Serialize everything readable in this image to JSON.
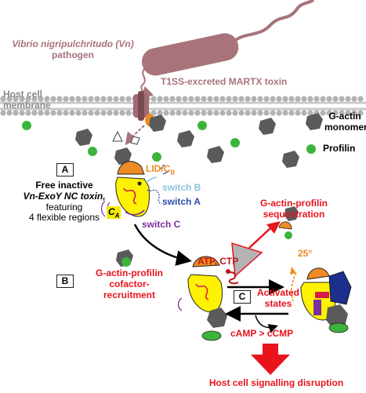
{
  "pathogen": {
    "line1": "Vibrio nigripulchritudo (Vn)",
    "line2": "pathogen"
  },
  "toxin_label": "T1SS-excreted MARTX toxin",
  "membrane": {
    "line1": "Host cell",
    "line2": "membrane"
  },
  "legend": {
    "gactin_line1": "G-actin",
    "gactin_line2": "monomer",
    "profilin": "Profilin"
  },
  "step_a": {
    "box": "A",
    "line1": "Free inactive",
    "line2": "Vn-ExoY NC toxin,",
    "line3": "featuring",
    "line4": "4 flexible regions"
  },
  "regions": {
    "lid": "LID/C",
    "lid_sub": "B",
    "switch_b": "switch B",
    "switch_a": "switch A",
    "switch_c": "switch C",
    "ca": "C",
    "ca_sub": "A"
  },
  "sequestration": {
    "line1": "G-actin-profilin",
    "line2": "sequestration"
  },
  "step_b": {
    "box": "B",
    "line1": "G-actin-profilin",
    "line2": "cofactor-",
    "line3": "recruitment"
  },
  "nucleotides": "ATP, CTP",
  "angle": "25°",
  "step_c": {
    "box": "C",
    "line1": "Activated",
    "line2": "states"
  },
  "products": "cAMP > cCMP",
  "outcome": "Host cell signalling disruption",
  "colors": {
    "pathogen": "#a8737a",
    "membrane": "#b2b2b2",
    "red_text": "#e8141c",
    "lid_orange": "#f08a24",
    "switch_b": "#8ec3de",
    "switch_a": "#2b4ea8",
    "switch_c": "#7a2fa0",
    "profilin_green": "#3cb43c",
    "actin_grey": "#555555",
    "domain_yellow": "#fff200"
  }
}
